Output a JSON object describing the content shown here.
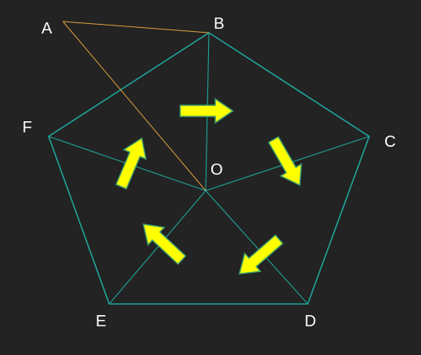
{
  "background_color": "#232323",
  "pentagon_color": "#1fa59a",
  "triangle_color": "#e0a040",
  "arrow_fill_color": "#ffff00",
  "arrow_outline_color": "#3a9c6e",
  "label_color": "#ffffff",
  "labels": {
    "A": "A",
    "B": "B",
    "C": "C",
    "D": "D",
    "E": "E",
    "F": "F",
    "O": "O"
  },
  "arrows": [
    {
      "name": "arrow-right",
      "direction": "right"
    },
    {
      "name": "arrow-down-right",
      "direction": "down-right"
    },
    {
      "name": "arrow-down-left",
      "direction": "down-left"
    },
    {
      "name": "arrow-up-left",
      "direction": "up-left"
    },
    {
      "name": "arrow-up",
      "direction": "up"
    }
  ]
}
